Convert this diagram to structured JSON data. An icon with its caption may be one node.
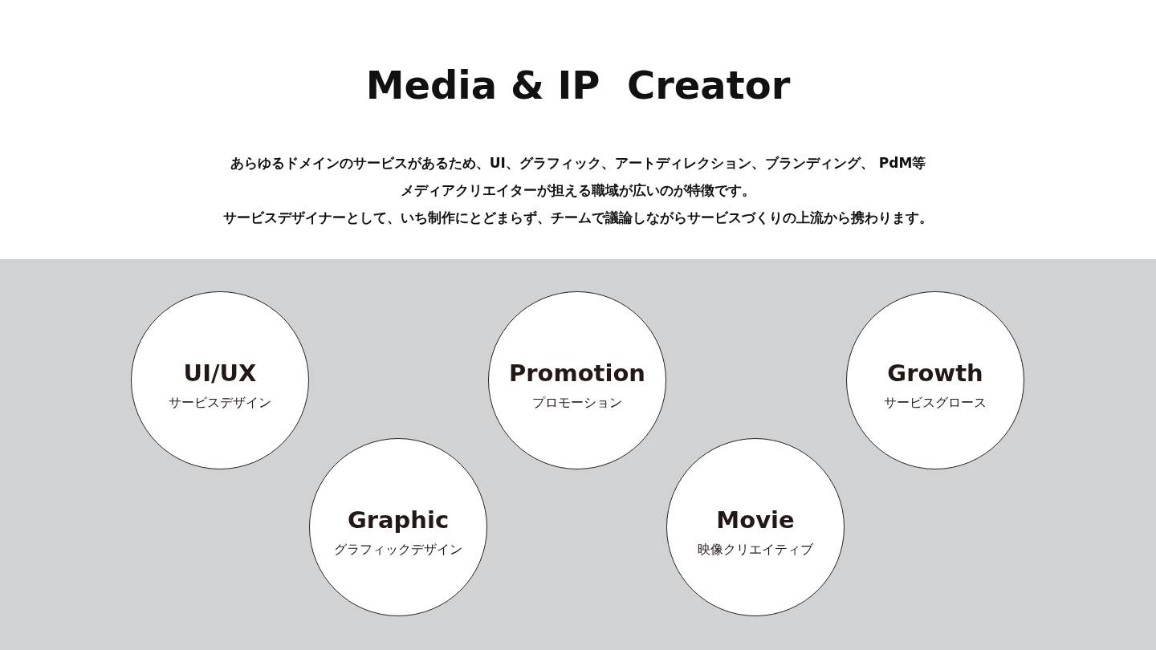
{
  "diagram": {
    "title": "Media & IP  Creator",
    "nodes": [
      {
        "text": [
          "UI/UX",
          "サービスデザイン"
        ]
      },
      {
        "text": [
          "Graphic",
          "グラフィックデザイン"
        ]
      },
      {
        "text": [
          "Promotion",
          "プロモーション"
        ]
      },
      {
        "text": [
          "Movie",
          "映像クリエイティブ"
        ]
      },
      {
        "text": [
          "Growth",
          "サービスグロース"
        ]
      }
    ],
    "labels": [
      "あらゆるドメインのサービスがあるため、UI、グラフィック、アートディレクション、ブランディング、 PdM等",
      "メディアクリエイターが担える職域が広いのが特徴です。",
      "サービスデザイナーとして、いち制作にとどまらず、チームで議論しながらサービスづくりの上流から携わります。"
    ]
  }
}
